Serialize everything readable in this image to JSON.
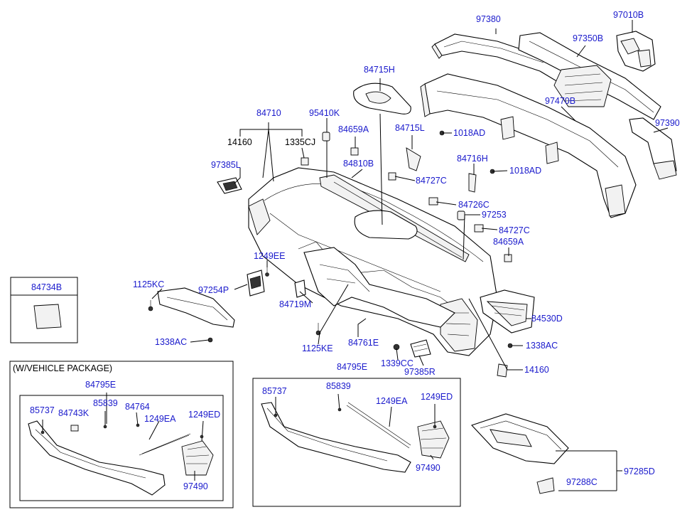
{
  "labels": {
    "p97380": "97380",
    "p97010b": "97010B",
    "p97350b": "97350B",
    "p84715h": "84715H",
    "p97470b": "97470B",
    "p84710": "84710",
    "p95410k": "95410K",
    "p97390": "97390",
    "p84715l": "84715L",
    "p1018ad_1": "1018AD",
    "p84659a_1": "84659A",
    "p14160_1": "14160",
    "p1335cj": "1335CJ",
    "p84810b": "84810B",
    "p84716h": "84716H",
    "p1018ad_2": "1018AD",
    "p97385l": "97385L",
    "p84727c_1": "84727C",
    "p84726c": "84726C",
    "p97253": "97253",
    "p84727c_2": "84727C",
    "p84659a_2": "84659A",
    "p1249ee": "1249EE",
    "p84734b": "84734B",
    "p1125kc": "1125KC",
    "p97254p": "97254P",
    "p84719m": "84719M",
    "p84530d": "84530D",
    "p1338ac_1": "1338AC",
    "p1125ke": "1125KE",
    "p84761e": "84761E",
    "p1338ac_2": "1338AC",
    "p1339cc": "1339CC",
    "p97385r": "97385R",
    "p14160_2": "14160",
    "p84795e_1": "84795E",
    "p85737_1": "85737",
    "p85839_1": "85839",
    "p1249ea_1": "1249EA",
    "p1249ed_1": "1249ED",
    "p97490_1": "97490",
    "p84795e_2": "84795E",
    "p85737_2": "85737",
    "p84743k": "84743K",
    "p85839_2": "85839",
    "p84764": "84764",
    "p1249ea_2": "1249EA",
    "p1249ed_2": "1249ED",
    "p97490_2": "97490",
    "p97285d": "97285D",
    "p97288c": "97288C"
  },
  "package_note": "(W/VEHICLE PACKAGE)",
  "colors": {
    "label": "#1a1acc",
    "line": "#000000",
    "background": "#ffffff"
  }
}
